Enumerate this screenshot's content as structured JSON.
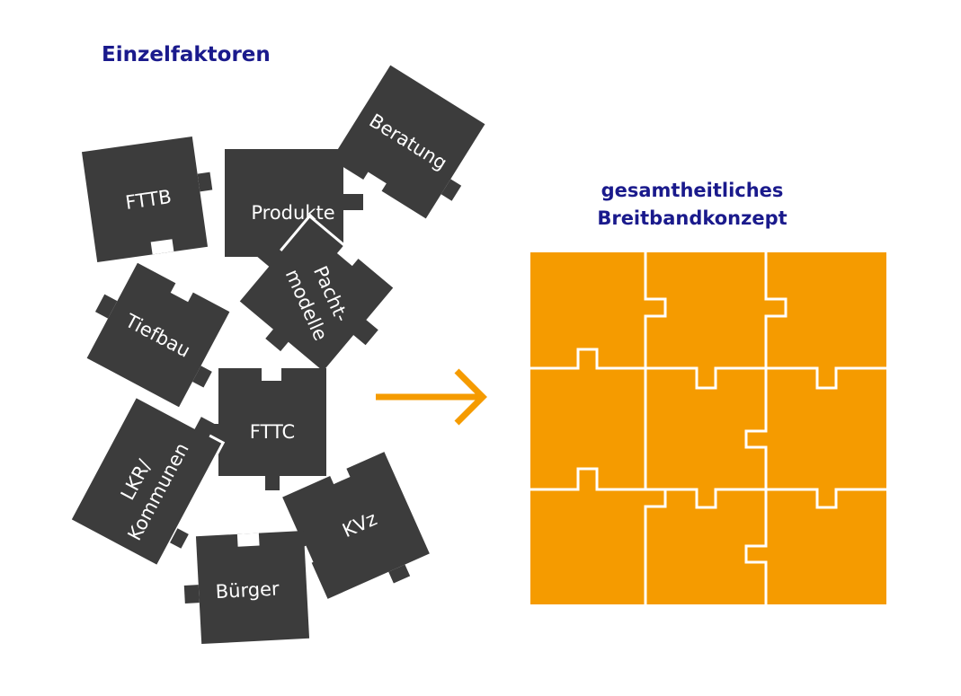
{
  "title_left": "Einzelfaktoren",
  "title_right_line1": "gesamtheitliches",
  "title_right_line2": "Breitbandkonzept",
  "colors": {
    "piece_dark": "#3c3c3c",
    "piece_orange": "#f59b00",
    "arrow": "#f59b00",
    "heading": "#1a1a8c"
  },
  "pieces": {
    "fttb": "FTTB",
    "produkte": "Produkte",
    "beratung": "Beratung",
    "pacht_line1": "Pacht-",
    "pacht_line2": "modelle",
    "tiefbau": "Tiefbau",
    "fttc": "FTTC",
    "lkr_line1": "LKR/",
    "lkr_line2": "Kommunen",
    "kvz": "KVz",
    "buerger": "Bürger"
  }
}
